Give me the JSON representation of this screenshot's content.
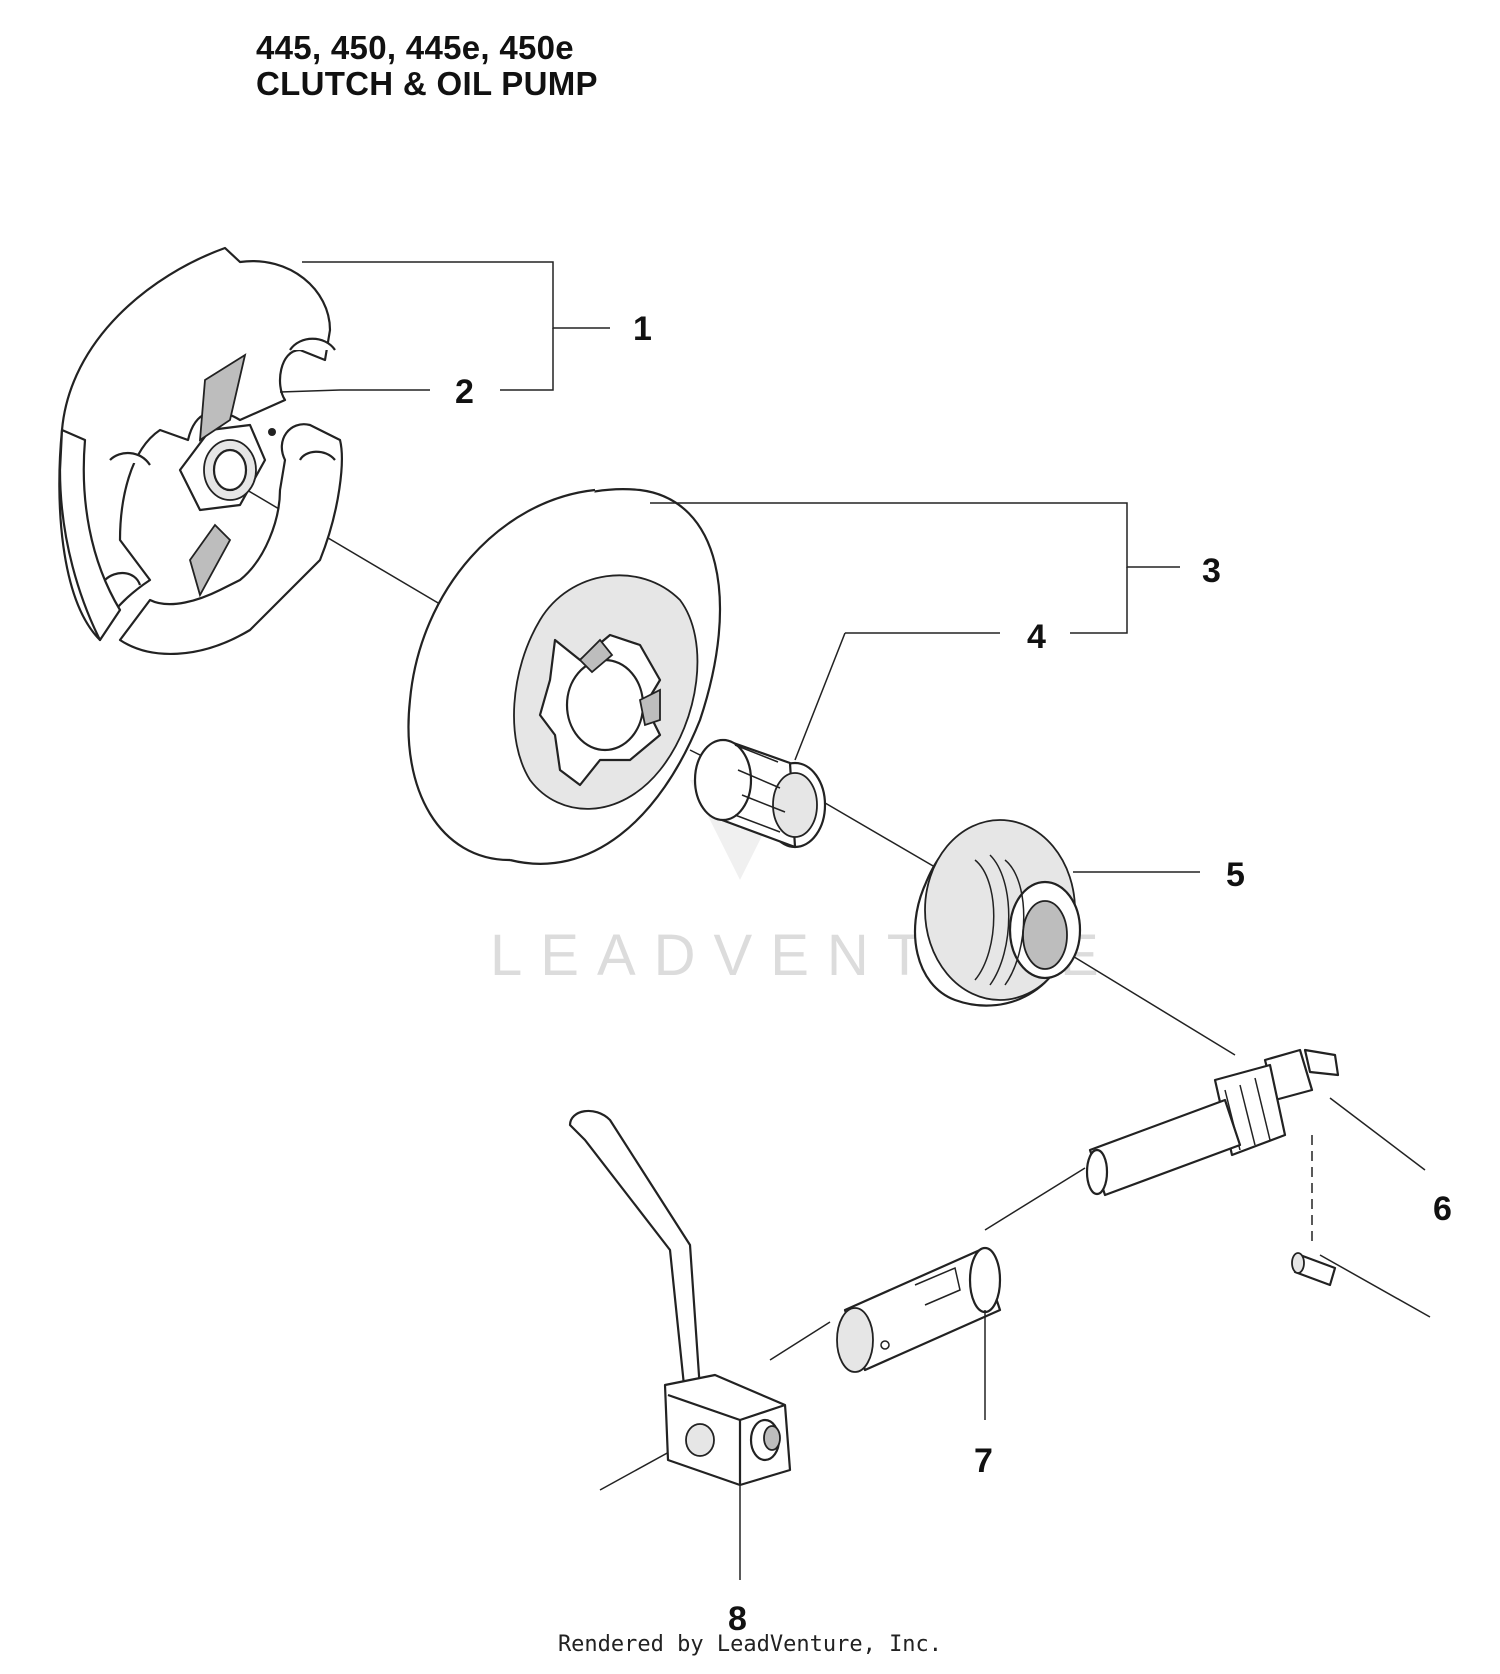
{
  "title": {
    "line1": "445, 450, 445e, 450e",
    "line2": "CLUTCH & OIL PUMP"
  },
  "callouts": [
    "1",
    "2",
    "3",
    "4",
    "5",
    "6",
    "7",
    "8"
  ],
  "watermark": "LEADVENTURE",
  "footer": "Rendered by LeadVenture, Inc."
}
